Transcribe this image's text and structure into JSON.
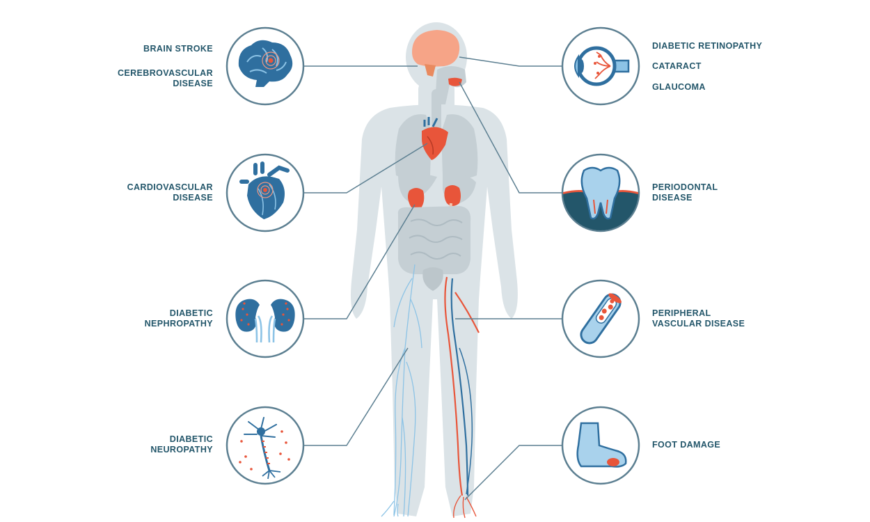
{
  "labels": {
    "brain_stroke": "BRAIN STROKE",
    "cerebrovascular_1": "CEREBROVASCULAR",
    "cerebrovascular_2": "DISEASE",
    "cardiovascular_1": "CARDIOVASCULAR",
    "cardiovascular_2": "DISEASE",
    "nephropathy_1": "DIABETIC",
    "nephropathy_2": "NEPHROPATHY",
    "neuropathy_1": "DIABETIC",
    "neuropathy_2": "NEUROPATHY",
    "retinopathy": "DIABETIC RETINOPATHY",
    "cataract": "CATARACT",
    "glaucoma": "GLAUCOMA",
    "periodontal_1": "PERIODONTAL",
    "periodontal_2": "DISEASE",
    "peripheral_1": "PERIPHERAL",
    "peripheral_2": "VASCULAR DISEASE",
    "foot_damage": "FOOT DAMAGE"
  },
  "icons": [
    "brain-icon",
    "heart-icon",
    "kidneys-icon",
    "neuron-icon",
    "eye-icon",
    "tooth-icon",
    "blood-vessel-icon",
    "foot-icon"
  ],
  "colors": {
    "label_text": "#23566a",
    "circle_stroke": "#5c7f91",
    "connector": "#5c7f91",
    "body": "#dbe3e7",
    "organ_grey": "#c5cfd4",
    "organ_red": "#e8553a",
    "brain_orange": "#f6a487",
    "icon_blue": "#2f6f9f",
    "icon_light": "#a9d2ec",
    "vein_blue": "#8cc3e6"
  }
}
